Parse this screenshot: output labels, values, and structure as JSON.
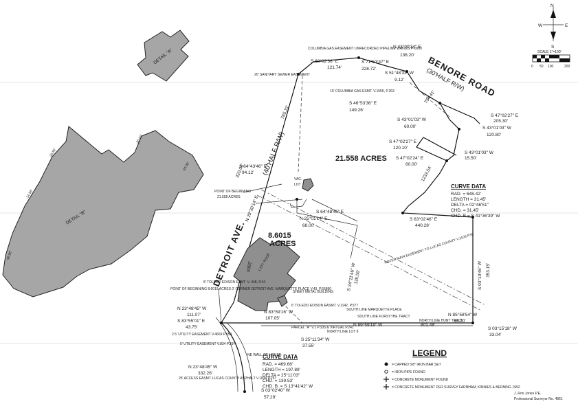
{
  "north_arrow": {
    "n": "N",
    "s": "S",
    "e": "E",
    "w": "W"
  },
  "scale": {
    "label": "SCALE 1\"=100'",
    "ticks": [
      "0",
      "50",
      "100",
      "200"
    ]
  },
  "roads": {
    "benore": "BENORE ROAD",
    "benore_width": "(30'HALF R/W)",
    "detroit": "DETROIT AVE.",
    "detroit_width": "(40'HALF R/W)"
  },
  "areas": {
    "main": "21.558 ACRES",
    "south_a": "8.6015",
    "south_b": "ACRES"
  },
  "details": {
    "a": "DETAIL \"A\"",
    "b": "DETAIL \"B\""
  },
  "bearings": {
    "n430034e": "N 43°00'34\" E",
    "d13620": "136.20'",
    "s6802": "S 68°02'36\" E",
    "d12174": "121.74'",
    "s7153": "S 71°53'47\" E",
    "d22872": "228.72'",
    "s5148": "S 51°48'33\" W",
    "d912": "9.12'",
    "s4653": "S 46°53'36\" E",
    "d14926": "149.26'",
    "s4702a": "S 47°02'27\" E",
    "d20530": "205.30'",
    "s4301a": "S 43°01'03\" W",
    "d6000a": "60.00'",
    "s4301b": "S 43°01'03\" W",
    "d12080": "120.80'",
    "s4702b": "S 47°02'27\" E",
    "d12010": "120.10'",
    "s4702c": "S 47°02'24\" E",
    "d6000b": "60.00'",
    "s4301c": "S 43°01'03\" W",
    "d1550": "15.50'",
    "s6467": "S 64°43'46\" E",
    "d9412": "94.12'",
    "s6302": "S 63°02'46\" E",
    "d44028": "440.28'",
    "n2501": "N 25°01'14\" E",
    "d6800": "68.00'",
    "s6446": "S 64°48'46\" E",
    "n2348a": "N 23°48'45\" W",
    "d11107": "111.07'",
    "s8355": "S 83°55'01\" E",
    "d4375": "43.75'",
    "n8359": "N 83°59'16\" W",
    "d10705": "107.05'",
    "s2511": "S 25°11'34\" W",
    "d3755": "37.55'",
    "n8959": "N 89°59'19\" W",
    "d80148": "801.48'",
    "s2411": "S 24°11'46\" W",
    "d13550": "135.50'",
    "n8558": "N 85°58'54\" W",
    "d3300": "33.00'",
    "s0315": "S 03°15'18\" W",
    "d3304": "33.04'",
    "n2348b": "N 23°48'45\" W",
    "d33226": "332.26'",
    "s0302": "S 03°02'40\" W",
    "d5729": "57.29'",
    "d76531": "765.31'",
    "d12335": "1233.54'",
    "d3200": "320.00'",
    "d6392": "6392'",
    "d75441": "754.41'",
    "n2930": "N 29°30'14\" E",
    "s0310": "S 03°10'46\" W",
    "d35315": "353.15'"
  },
  "curve_east": {
    "title": "CURVE DATA",
    "rad": "RAD. = 648.42'",
    "length": "LENGTH = 31.45'",
    "delta": "DELTA = 02°46'51\"",
    "chd": "CHD. = 31.45'",
    "chdb": "CHD. B.= S 41°36'39\" W"
  },
  "curve_south": {
    "title": "CURVE DATA",
    "rad": "RAD. = 469.66'",
    "length": "LENGTH = 197.89'",
    "delta": "DELTA = 25°11'03\"",
    "chd": "CHD. = 139.53'",
    "chdb": "CHD. B. = S 13°41'42\" W"
  },
  "notes": {
    "columbia": "COLUMBIA GAS EASEMENT UNRECORDED PIPELINE WAIVES P-0000",
    "sanitary": "20' SANITARY SEWER EASEMENT",
    "colgas": "15' COLUMBIA GAS ESMT. V.1555, P.263",
    "pob": "POINT OF BEGINNING",
    "pob_acres": "21.558 ACRES",
    "water": "WATER MAIN EASEMENT TO LUCAS COUNTY V.1109 P.92",
    "sheet_metal": "SHEET METAL BUILDING",
    "pob_south": "POINT OF BEGINNING 8.6015 ACRES 0' CORNER DETROIT AVE. MARQUETTE PLACE V.43, P.55890",
    "toledo_edison_a": "8' TOLEDO EDISON ESMT. V. 448, P.44",
    "toledo_edison_b": "6' TOLEDO EDISON EASMT. V.1142, P.577",
    "utility_a": "2.5' UTILITY EASEMENT V.4669 P.554",
    "utility_b": "5' UTILITY EASEMENT V.834 P.297",
    "access": "25' ACCESS EASMT. LUCAS COUNTY ASPHALT V.1834 P.257",
    "south_marquette": "SOUTH LINE MARQUETTE PLACE",
    "south_forsythe": "SOUTH LINE FORSYTHE TRACT",
    "north_hunt": "NORTH LINE HUNT TRACT",
    "north_lot8": "NORTH LINE LOT 8",
    "parcel": "PARCEL \"A\" V.1 P.105 & VIRTUAL P.241",
    "walls": "NE WALL OF HOUSE",
    "vac_a": "VAC.",
    "lot_a": "LOT",
    "roof": "1-STY ROOF"
  },
  "legend": {
    "title": "LEGEND",
    "items": [
      {
        "sym": "circle",
        "text": "= CAPPED 5/8\" IRON BAR SET"
      },
      {
        "sym": "circle-open",
        "text": "= IRON PIPE FOUND"
      },
      {
        "sym": "cross",
        "text": "= CONCRETE MONUMENT FOUND"
      },
      {
        "sym": "cross",
        "text": "= CONCRETE MONUMENT PER SURVEY FARNHAM, KINNIES & BERNING 1992"
      }
    ]
  },
  "surveyor": {
    "line1": "J. Ron Jones P.E.",
    "line2": "Professional Surveyor No. 4861"
  }
}
